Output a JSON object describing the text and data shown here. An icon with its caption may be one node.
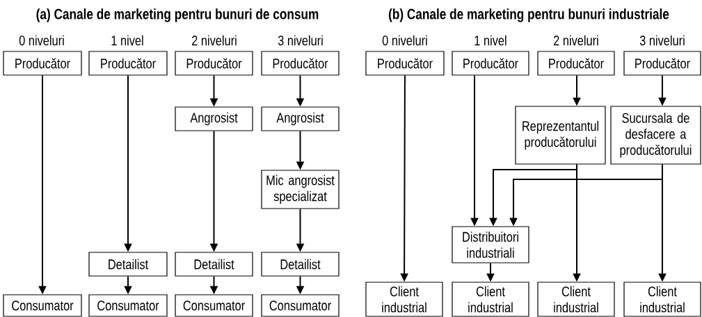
{
  "diagram": {
    "nodes": [
      {
        "text": [
          "Producător"
        ]
      },
      {
        "text": [
          "Producător"
        ]
      },
      {
        "text": [
          "Producător"
        ]
      },
      {
        "text": [
          "Producător"
        ]
      },
      {
        "text": [
          "Angrosist"
        ]
      },
      {
        "text": [
          "Angrosist"
        ]
      },
      {
        "text": [
          "Mic angrosist specializat"
        ]
      },
      {
        "text": [
          "Detailist"
        ]
      },
      {
        "text": [
          "Detailist"
        ]
      },
      {
        "text": [
          "Detailist"
        ]
      },
      {
        "text": [
          "Consumator"
        ]
      },
      {
        "text": [
          "Consumator"
        ]
      },
      {
        "text": [
          "Consumator"
        ]
      },
      {
        "text": [
          "Consumator"
        ]
      },
      {
        "text": [
          "Producător"
        ]
      },
      {
        "text": [
          "Producător"
        ]
      },
      {
        "text": [
          "Producător"
        ]
      },
      {
        "text": [
          "Producător"
        ]
      },
      {
        "text": [
          "Reprezentantul producătorului"
        ]
      },
      {
        "text": [
          "Sucursala de desfacere a producătorului"
        ]
      },
      {
        "text": [
          "Distribuitori industriali"
        ]
      },
      {
        "text": [
          "Client industrial"
        ]
      },
      {
        "text": [
          "Client industrial"
        ]
      },
      {
        "text": [
          "Client industrial"
        ]
      },
      {
        "text": [
          "Client industrial"
        ]
      }
    ],
    "edges": [
      {
        "from": 0,
        "to": 10,
        "arrow": "to"
      },
      {
        "from": 1,
        "to": 7,
        "arrow": "to"
      },
      {
        "from": 7,
        "to": 11,
        "arrow": "to"
      },
      {
        "from": 2,
        "to": 4,
        "arrow": "to"
      },
      {
        "from": 4,
        "to": 8,
        "arrow": "to"
      },
      {
        "from": 8,
        "to": 12,
        "arrow": "to"
      },
      {
        "from": 3,
        "to": 5,
        "arrow": "to"
      },
      {
        "from": 5,
        "to": 6,
        "arrow": "to"
      },
      {
        "from": 6,
        "to": 9,
        "arrow": "to"
      },
      {
        "from": 9,
        "to": 13,
        "arrow": "to"
      },
      {
        "from": 14,
        "to": 21,
        "arrow": "to"
      },
      {
        "from": 15,
        "to": 20,
        "arrow": "to"
      },
      {
        "from": 16,
        "to": 18,
        "arrow": "to"
      },
      {
        "from": 17,
        "to": 19,
        "arrow": "to"
      },
      {
        "from": 18,
        "to": 20,
        "arrow": "to"
      },
      {
        "from": 18,
        "to": 23,
        "arrow": "to"
      },
      {
        "from": 19,
        "to": 20,
        "arrow": "to"
      },
      {
        "from": 19,
        "to": 24,
        "arrow": "to"
      },
      {
        "from": 20,
        "to": 22,
        "arrow": "to"
      }
    ],
    "labels": [
      "(a) Canale de marketing pentru bunuri de consum",
      "(b) Canale de marketing pentru bunuri industriale",
      "0 niveluri",
      "1 nivel",
      "2 niveluri",
      "3 niveluri",
      "0 niveluri",
      "1 nivel",
      "2 niveluri",
      "3 niveluri"
    ]
  }
}
